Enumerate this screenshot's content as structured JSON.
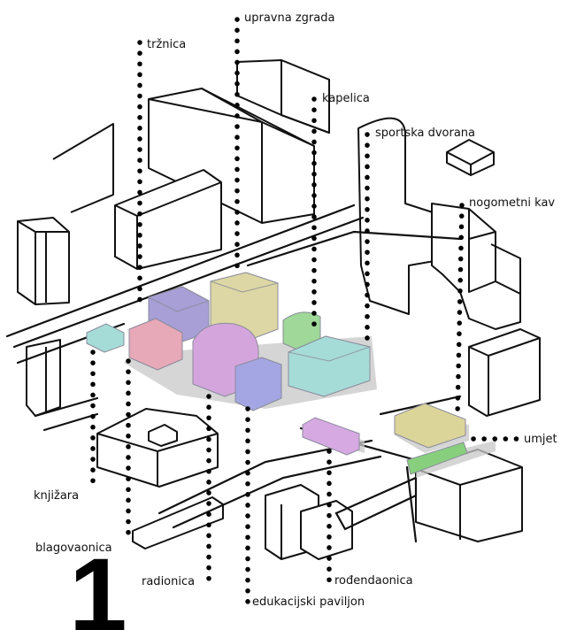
{
  "diagram": {
    "number": "1",
    "labels": {
      "upravna_zgrada": "upravna zgrada",
      "trznica": "tržnica",
      "kapelica": "kapelica",
      "sportska_dvorana": "sportska dvorana",
      "nogometni": "nogometni kav",
      "umjet": "umjet",
      "knjizara": "knjižara",
      "blagovaonica": "blagovaonica",
      "radionica": "radionica",
      "rodendaonica": "rođendaonica",
      "edukacijski_paviljon": "edukacijski paviljon"
    },
    "colors": {
      "lilac": "#a79fd6",
      "khaki": "#dcd7a4",
      "green": "#9fd898",
      "teal": "#a6dcd8",
      "pink": "#e7a8b8",
      "magenta": "#d4a5dd",
      "blue": "#a3a6e2",
      "purple_flat": "#d6a9e2",
      "khaki_flat": "#dcd59a",
      "green_flat": "#87cf7d",
      "line": "#111111"
    }
  }
}
